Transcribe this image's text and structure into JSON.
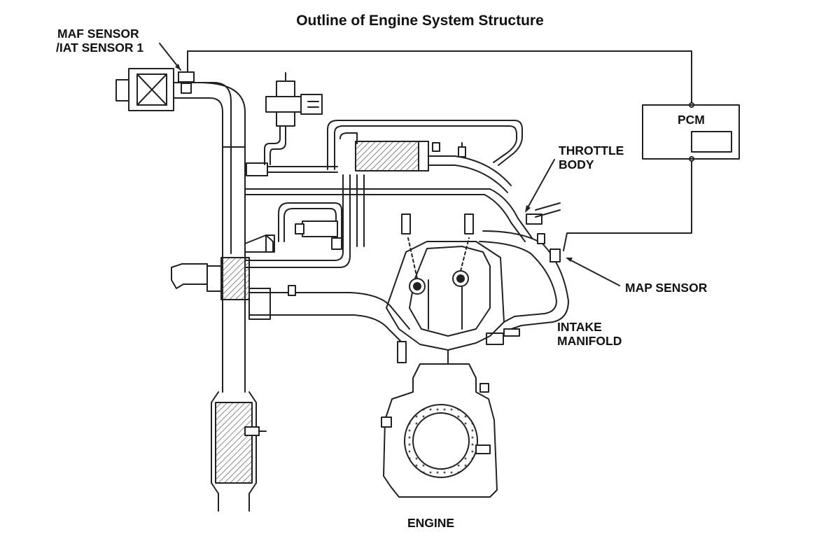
{
  "title": "Outline of Engine System Structure",
  "labels": {
    "maf_line1": "MAF SENSOR",
    "maf_line2": "/IAT SENSOR 1",
    "pcm": "PCM",
    "throttle_line1": "THROTTLE",
    "throttle_line2": "BODY",
    "map_sensor": "MAP SENSOR",
    "intake_line1": "INTAKE",
    "intake_line2": "MANIFOLD",
    "engine": "ENGINE"
  },
  "colors": {
    "line": "#222222",
    "fill": "#ffffff",
    "hatch": "#555555"
  }
}
